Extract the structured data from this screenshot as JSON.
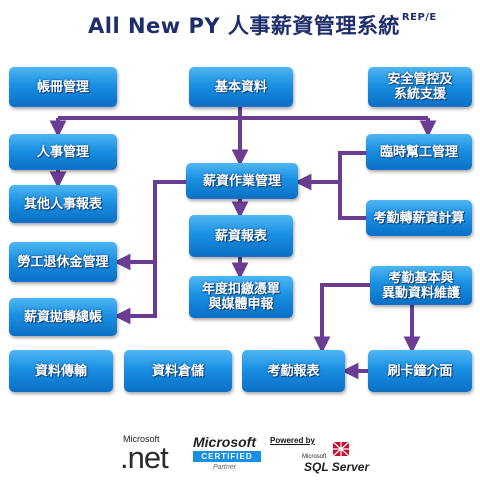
{
  "title": {
    "main": "All New PY 人事薪資管理系統",
    "suffix": "REP/E"
  },
  "nodes": {
    "ledger_management": "帳冊管理",
    "basic_data": "基本資料",
    "security_support": "安全管控及\n系統支援",
    "hr_management": "人事管理",
    "temp_worker_management": "臨時幫工管理",
    "other_hr_reports": "其他人事報表",
    "payroll_operations": "薪資作業管理",
    "attendance_to_payroll": "考勤轉薪資計算",
    "labor_pension_management": "勞工退休金管理",
    "payroll_reports": "薪資報表",
    "annual_withholding_media": "年度扣繳憑單\n與媒體申報",
    "attendance_basic_maintenance": "考勤基本與\n異動資料維護",
    "payroll_journal": "薪資拋轉總帳",
    "data_transfer": "資料傳輸",
    "data_warehouse": "資料倉儲",
    "attendance_reports": "考勤報表",
    "card_reader_interface": "刷卡鐘介面"
  },
  "colors": {
    "title": "#1d2e6b",
    "node_top": "#4fb6f4",
    "node_bottom": "#0a6fc5",
    "connector": "#6a3d93"
  },
  "logos": {
    "net_top": "Microsoft",
    "net_main": ".net",
    "certified_ms": "Microsoft",
    "certified_bar": "CERTIFIED",
    "certified_partner": "Partner",
    "powered_by": "Powered by",
    "sql_ms": "Microsoft",
    "sql_name": "SQL Server"
  }
}
